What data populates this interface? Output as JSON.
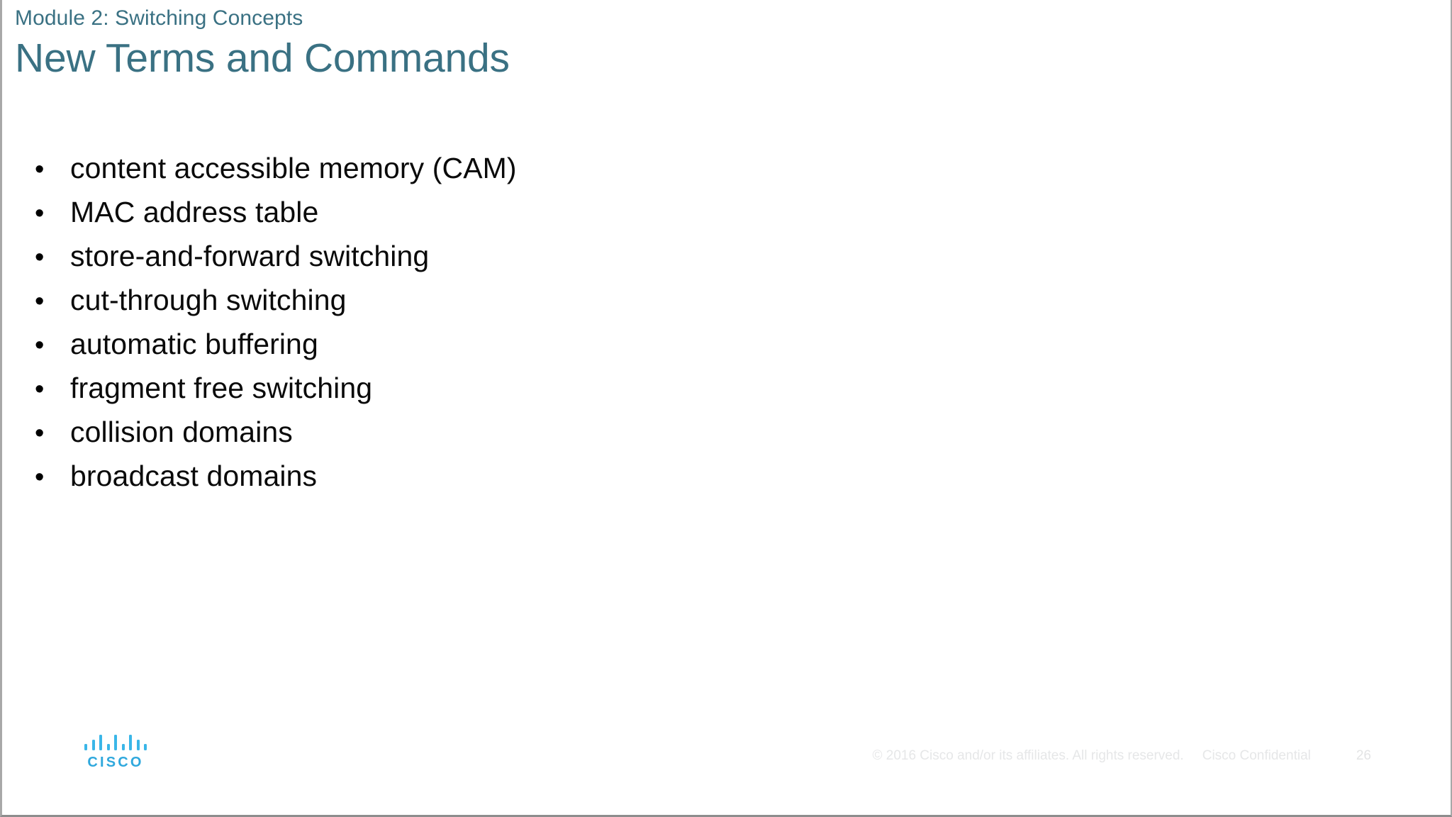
{
  "slide": {
    "module_label": "Module 2: Switching Concepts",
    "title": "New Terms and Commands",
    "accent_color": "#3a7183",
    "background_color": "#ffffff",
    "body_text_color": "#0a0a0a"
  },
  "bullets": [
    {
      "marker": "•",
      "text": "content accessible memory (CAM)"
    },
    {
      "marker": "•",
      "text": "MAC address table"
    },
    {
      "marker": "•",
      "text": "store-and-forward switching"
    },
    {
      "marker": "•",
      "text": "cut-through switching"
    },
    {
      "marker": "•",
      "text": "automatic buffering"
    },
    {
      "marker": "•",
      "text": "fragment free switching"
    },
    {
      "marker": "•",
      "text": "collision domains"
    },
    {
      "marker": "•",
      "text": "broadcast domains"
    }
  ],
  "footer": {
    "logo_wordmark": "CISCO",
    "logo_color": "#2fa8dd",
    "copyright": "© 2016  Cisco and/or its affiliates. All rights reserved.",
    "confidential": "Cisco Confidential",
    "page_number": "26",
    "text_color": "#e6e7e8"
  }
}
